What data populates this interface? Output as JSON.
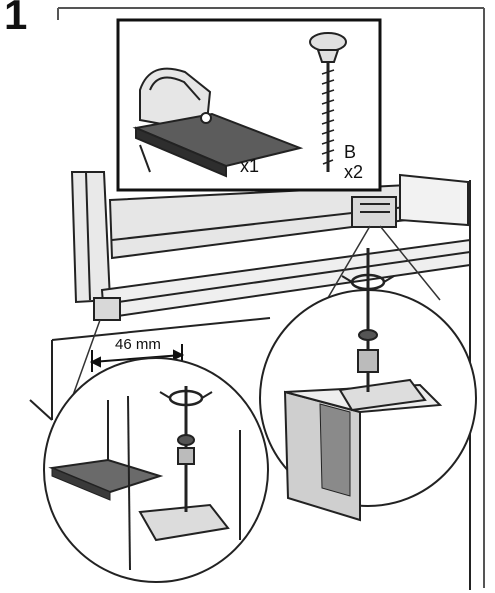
{
  "step": {
    "number": "1"
  },
  "parts": {
    "bracket_qty": "x1",
    "screw_letter": "B",
    "screw_qty": "x2"
  },
  "dimension": {
    "label": "46 mm"
  }
}
